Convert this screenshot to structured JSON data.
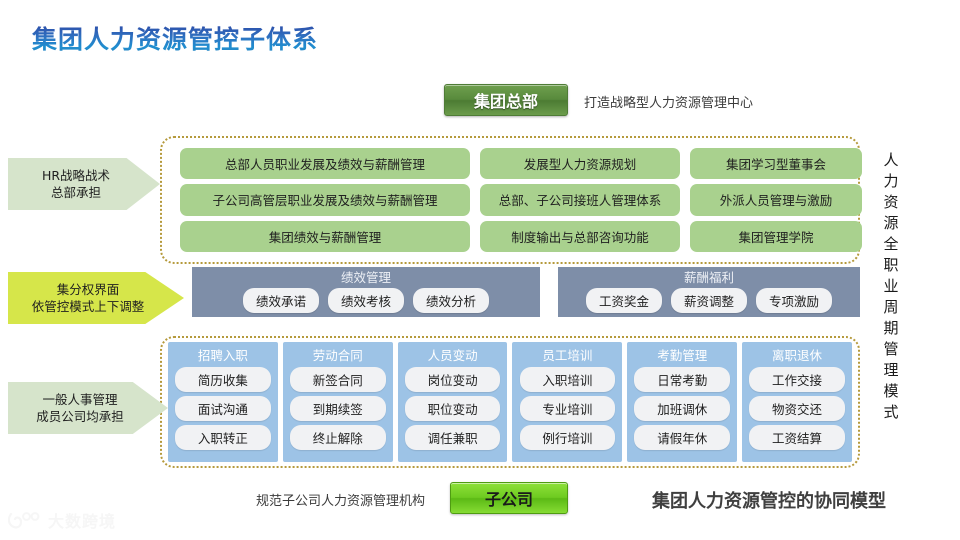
{
  "page_title": "集团人力资源管控子体系",
  "hq": {
    "button_label": "集团总部",
    "caption": "打造战略型人力资源管理中心"
  },
  "strategy_pills": [
    "总部人员职业发展及绩效与薪酬管理",
    "发展型人力资源规划",
    "集团学习型董事会",
    "子公司高管层职业发展及绩效与薪酬管理",
    "总部、子公司接班人管理体系",
    "外派人员管理与激励",
    "集团绩效与薪酬管理",
    "制度输出与总部咨询功能",
    "集团管理学院"
  ],
  "mid_panels": [
    {
      "title": "绩效管理",
      "chips": [
        "绩效承诺",
        "绩效考核",
        "绩效分析"
      ]
    },
    {
      "title": "薪酬福利",
      "chips": [
        "工资奖金",
        "薪资调整",
        "专项激励"
      ]
    }
  ],
  "lifecycle_columns": [
    {
      "title": "招聘入职",
      "items": [
        "简历收集",
        "面试沟通",
        "入职转正"
      ]
    },
    {
      "title": "劳动合同",
      "items": [
        "新签合同",
        "到期续签",
        "终止解除"
      ]
    },
    {
      "title": "人员变动",
      "items": [
        "岗位变动",
        "职位变动",
        "调任兼职"
      ]
    },
    {
      "title": "员工培训",
      "items": [
        "入职培训",
        "专业培训",
        "例行培训"
      ]
    },
    {
      "title": "考勤管理",
      "items": [
        "日常考勤",
        "加班调休",
        "请假年休"
      ]
    },
    {
      "title": "离职退休",
      "items": [
        "工作交接",
        "物资交还",
        "工资结算"
      ]
    }
  ],
  "arrows": [
    {
      "line1": "HR战略战术",
      "line2": "总部承担",
      "color": "#d6e4cb"
    },
    {
      "line1": "集分权界面",
      "line2": "依管控模式上下调整",
      "color": "#d6e64a"
    },
    {
      "line1": "一般人事管理",
      "line2": "成员公司均承担",
      "color": "#d6e4cb"
    }
  ],
  "vertical_label": "人力资源全职业周期管理模式",
  "bottom": {
    "caption": "规范子公司人力资源管理机构",
    "button_label": "子公司",
    "title": "集团人力资源管控的协同模型"
  },
  "watermark": {
    "text": "大数跨境"
  },
  "colors": {
    "title_blue": "#2455a8",
    "green_pill": "#a9d18e",
    "hq_green": "#588a3c",
    "sub_green": "#6ecb20",
    "mid_blue_grey": "#7e8ea8",
    "light_blue": "#9dc3e6",
    "dashed_gold": "#b59a3c"
  }
}
